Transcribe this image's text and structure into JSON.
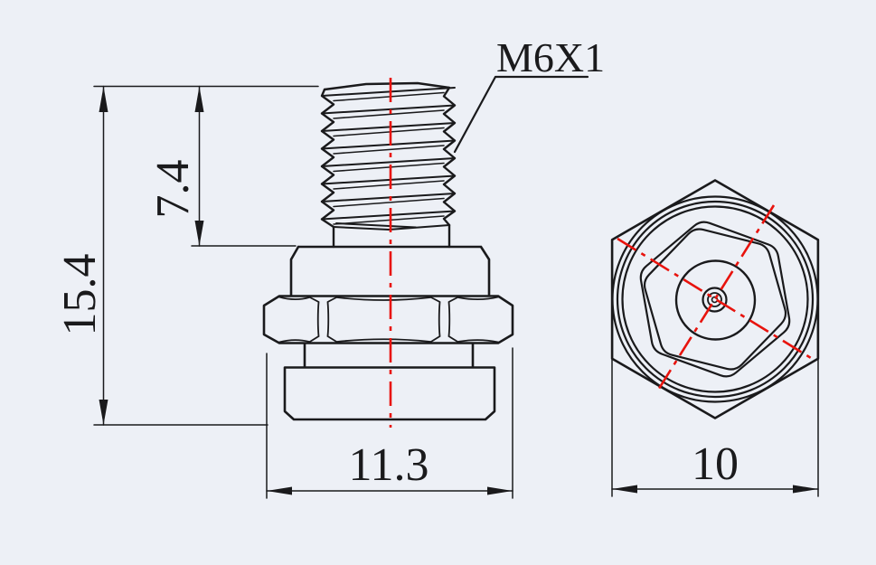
{
  "drawing": {
    "thread_callout": "M6X1",
    "dimensions": {
      "overall_height": "15.4",
      "thread_length": "7.4",
      "body_width": "11.3",
      "hex_across_flats": "10"
    },
    "colors": {
      "background": "#edf0f6",
      "line": "#1a1a1c",
      "centerline_red": "#e8130d"
    }
  }
}
